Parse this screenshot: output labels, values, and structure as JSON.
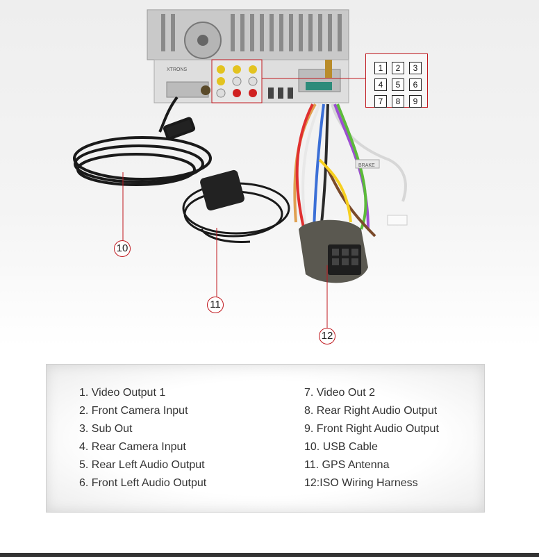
{
  "grid_labels": [
    "1",
    "2",
    "3",
    "4",
    "5",
    "6",
    "7",
    "8",
    "9"
  ],
  "callouts": {
    "usb": "10",
    "gps": "11",
    "iso": "12"
  },
  "photo_text": {
    "brand": "XTRONS",
    "wire_tag_brake": "BRAKE"
  },
  "legend": {
    "left": [
      "1. Video Output 1",
      "2. Front Camera Input",
      "3. Sub Out",
      "4. Rear Camera Input",
      "5. Rear Left Audio Output",
      "6. Front Left Audio Output"
    ],
    "right": [
      "7. Video Out 2",
      "8. Rear Right Audio Output",
      "9. Front Right Audio Output",
      "10. USB Cable",
      "11. GPS Antenna",
      "12:ISO Wiring Harness"
    ]
  },
  "colors": {
    "callout_red": "#c0181e",
    "panel_border": "#cfcfcf"
  }
}
